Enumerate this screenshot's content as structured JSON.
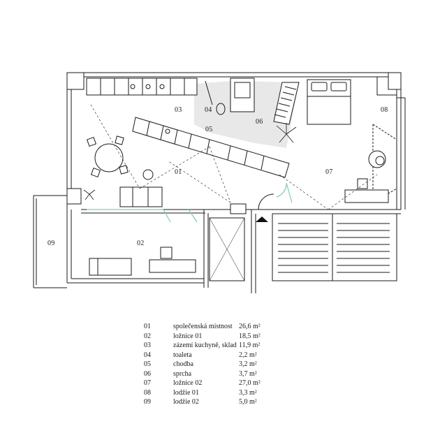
{
  "rooms": [
    {
      "num": "01",
      "name": "společenská místnost",
      "area": "26,6 m²"
    },
    {
      "num": "02",
      "name": "ložnice 01",
      "area": "18,5 m²"
    },
    {
      "num": "03",
      "name": "zázemí kuchyně, sklad",
      "area": "11,9 m²"
    },
    {
      "num": "04",
      "name": "toaleta",
      "area": "2,2 m²"
    },
    {
      "num": "05",
      "name": "chodba",
      "area": "3,2 m²"
    },
    {
      "num": "06",
      "name": "sprcha",
      "area": "3,7 m²"
    },
    {
      "num": "07",
      "name": "ložnice 02",
      "area": "27,0 m²"
    },
    {
      "num": "08",
      "name": "lodžie 01",
      "area": "3,3 m²"
    },
    {
      "num": "09",
      "name": "lodžie 02",
      "area": "5,0 m²"
    }
  ],
  "colors": {
    "wall": "#1a1a1a",
    "floor_grey": "#e6e6e6",
    "door_swing": "#7fc9b6"
  }
}
